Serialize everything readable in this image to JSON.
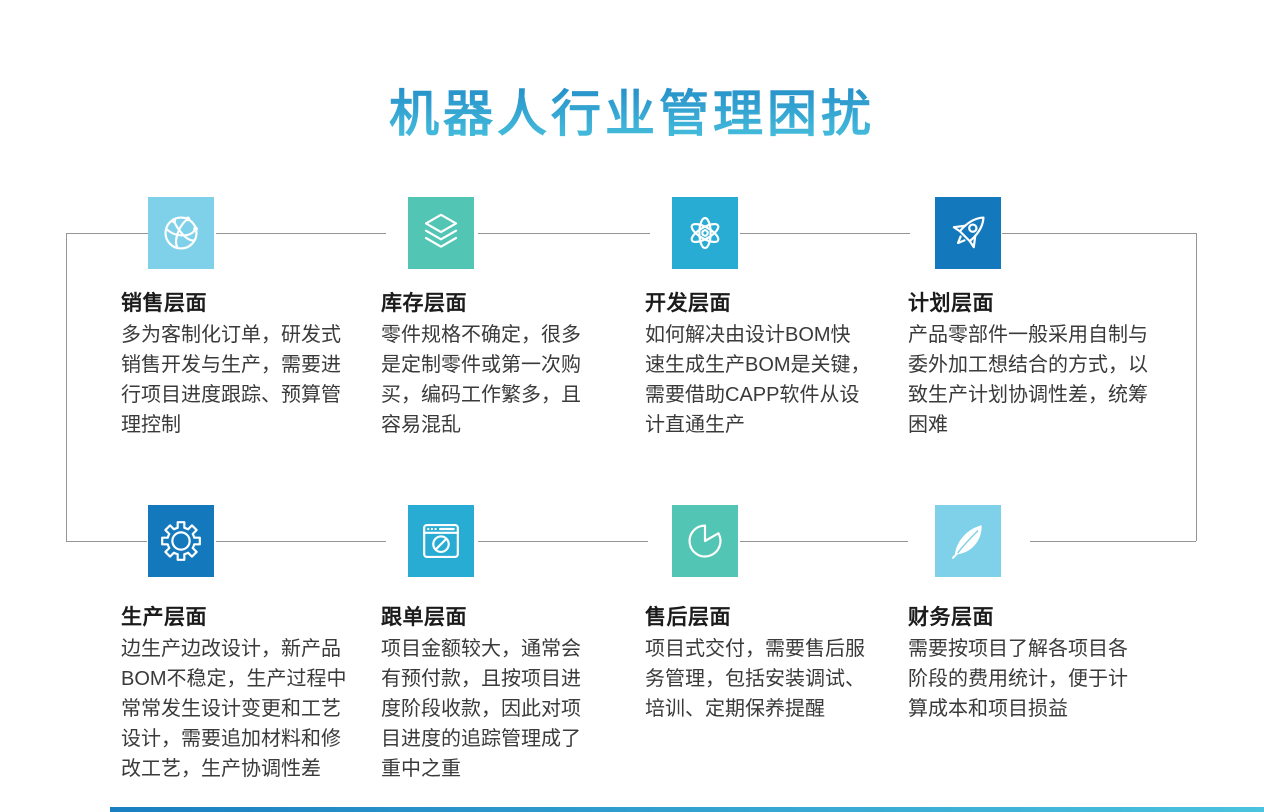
{
  "page": {
    "title": "机器人行业管理困扰"
  },
  "colors": {
    "title_gradient_top": "#1e86c5",
    "title_gradient_bottom": "#4ac3de",
    "connector_line": "#969696",
    "icon_lightblue": "#7ed1e8",
    "icon_teal": "#53c5b4",
    "icon_cyan": "#29acd4",
    "icon_blue": "#1478bc",
    "card_title_text": "#1b1b1b",
    "card_body_text": "#3a3a3a"
  },
  "cards": [
    {
      "icon": "globe-network-icon",
      "icon_color": "#7ed1e8",
      "title": "销售层面",
      "description": "多为客制化订单，研发式\n销售开发与生产，需要进\n行项目进度跟踪、预算管\n理控制"
    },
    {
      "icon": "layers-icon",
      "icon_color": "#53c5b4",
      "title": "库存层面",
      "description": "零件规格不确定，很多\n是定制零件或第一次购\n买，编码工作繁多，且\n容易混乱"
    },
    {
      "icon": "atom-icon",
      "icon_color": "#29acd4",
      "title": "开发层面",
      "description": "如何解决由设计BOM快\n速生成生产BOM是关键，\n需要借助CAPP软件从设\n计直通生产"
    },
    {
      "icon": "rocket-icon",
      "icon_color": "#1478bc",
      "title": "计划层面",
      "description": "产品零部件一般采用自制与\n委外加工想结合的方式，以\n致生产计划协调性差，统筹\n困难"
    },
    {
      "icon": "gear-icon",
      "icon_color": "#1478bc",
      "title": "生产层面",
      "description": "边生产边改设计，新产品\nBOM不稳定，生产过程中\n常常发生设计变更和工艺\n设计，需要追加材料和修\n改工艺，生产协调性差"
    },
    {
      "icon": "browser-compass-icon",
      "icon_color": "#29acd4",
      "title": "跟单层面",
      "description": "项目金额较大，通常会\n有预付款，且按项目进\n度阶段收款，因此对项\n目进度的追踪管理成了\n重中之重"
    },
    {
      "icon": "pie-chart-icon",
      "icon_color": "#53c5b4",
      "title": "售后层面",
      "description": "项目式交付，需要售后服\n务管理，包括安装调试、\n培训、定期保养提醒"
    },
    {
      "icon": "feather-icon",
      "icon_color": "#7ed1e8",
      "title": "财务层面",
      "description": "需要按项目了解各项目各\n阶段的费用统计，便于计\n算成本和项目损益"
    }
  ]
}
